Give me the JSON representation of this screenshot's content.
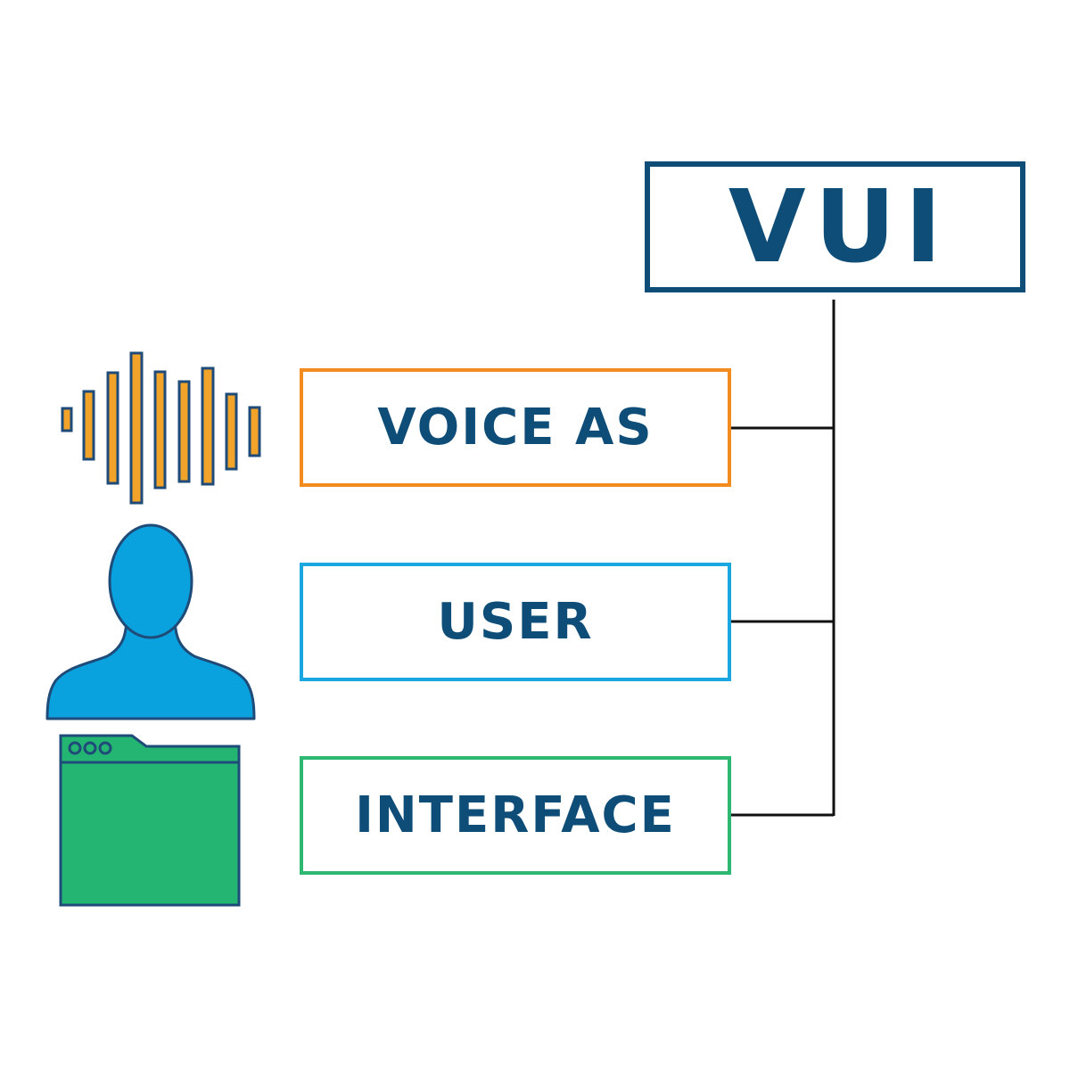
{
  "title": "VUI",
  "terms": [
    {
      "label": "VOICE AS"
    },
    {
      "label": "USER"
    },
    {
      "label": "INTERFACE"
    }
  ],
  "icons": [
    "sound-wave-icon",
    "person-icon",
    "browser-window-icon"
  ],
  "colors": {
    "text": "#0e4d78",
    "outline": "#1f4b78",
    "connector": "#111111",
    "voice_border": "#f28c1e",
    "user_border": "#1aa6df",
    "interface_border": "#2eb872",
    "wave_fill": "#f2a32a",
    "person_fill": "#0aa1df",
    "window_fill": "#24b573"
  }
}
